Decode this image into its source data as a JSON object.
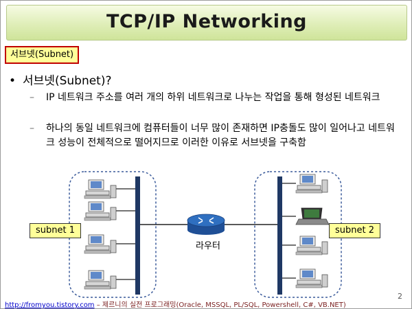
{
  "slide": {
    "title": "TCP/IP Networking",
    "section_tag": "서브넷(Subnet)",
    "bullet_marker": "•",
    "bullet_main": "서브넷(Subnet)?",
    "dash": "–",
    "sub_points": [
      "IP 네트워크 주소를 여러 개의 하위 네트워크로 나누는 작업을 통해 형성된 네트워크",
      "하나의 동일 네트워크에 컴퓨터들이 너무 많이 존재하면 IP충돌도 많이 일어나고 네트워크 성능이 전체적으로 떨어지므로 이러한 이유로 서브넷을 구축함"
    ],
    "diagram": {
      "subnet_1_label": "subnet 1",
      "subnet_2_label": "subnet 2",
      "router_label": "라우터",
      "hub_color": "#1f3864",
      "router_color": "#2f6fc0",
      "group_border_color": "#3a5a9a"
    },
    "footer_link": "http://fromyou.tistory.com",
    "footer_text": " – 제르니의 실전 프로그래밍(Oracle, MSSQL, PL/SQL, Powershell, C#, VB.NET)",
    "page_number": "2"
  }
}
